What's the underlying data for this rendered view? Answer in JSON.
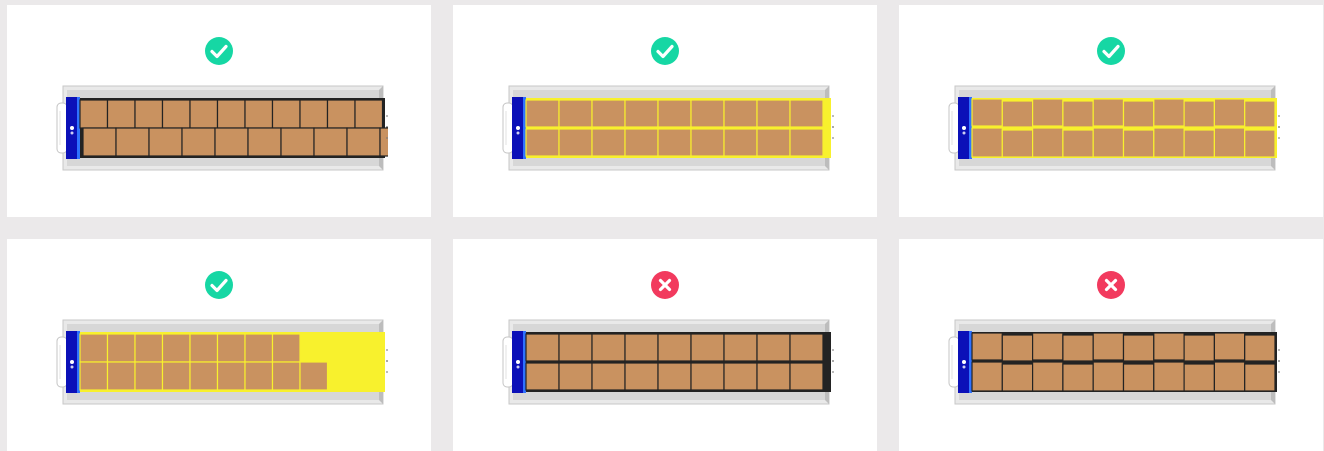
{
  "colors": {
    "background": "#ebe9ea",
    "card": "#ffffff",
    "ok": "#16d7a4",
    "bad": "#f23a5e",
    "box": "#c99260",
    "highlight": "#f8f12d",
    "dark": "#232323",
    "cab": "#0b10b8",
    "cab_edge": "#2f72ff"
  },
  "examples": [
    {
      "status": "ok",
      "status_icon": "check-icon",
      "pattern": "staggered-half",
      "fill": "dark",
      "outline": "dark"
    },
    {
      "status": "ok",
      "status_icon": "check-icon",
      "pattern": "grid-aligned",
      "fill": "highlight",
      "outline": "highlight"
    },
    {
      "status": "ok",
      "status_icon": "check-icon",
      "pattern": "staggered-interlocked",
      "fill": "highlight",
      "outline": "highlight"
    },
    {
      "status": "ok",
      "status_icon": "check-icon",
      "pattern": "staggered-half-partial",
      "fill": "highlight",
      "outline": "highlight"
    },
    {
      "status": "bad",
      "status_icon": "cross-icon",
      "pattern": "grid-aligned",
      "fill": "dark",
      "outline": "dark"
    },
    {
      "status": "bad",
      "status_icon": "cross-icon",
      "pattern": "staggered-interlocked",
      "fill": "dark",
      "outline": "dark"
    }
  ]
}
